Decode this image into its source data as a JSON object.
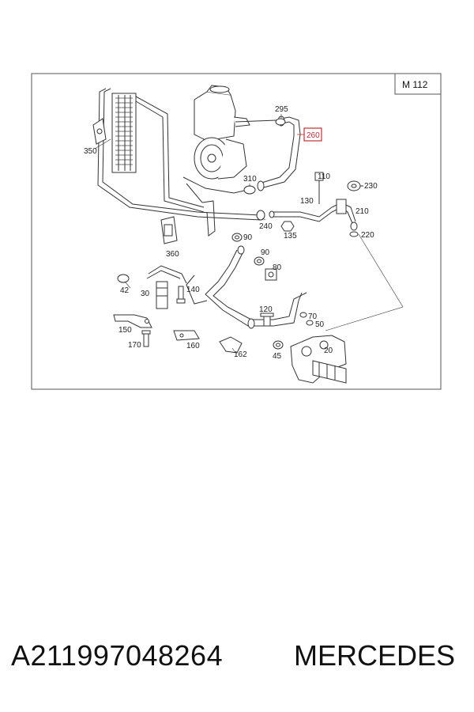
{
  "diagram": {
    "model_code": "M 112",
    "highlight_color": "#c0303a",
    "labels": {
      "l20": "20",
      "l30": "30",
      "l42": "42",
      "l45": "45",
      "l50": "50",
      "l70": "70",
      "l80": "80",
      "l90a": "90",
      "l90b": "90",
      "l110": "110",
      "l120": "120",
      "l130": "130",
      "l135": "135",
      "l140": "140",
      "l150": "150",
      "l160": "160",
      "l162": "162",
      "l170": "170",
      "l210": "210",
      "l220": "220",
      "l230": "230",
      "l240": "240",
      "l260": "260",
      "l295": "295",
      "l310": "310",
      "l350": "350",
      "l360": "360"
    }
  },
  "caption": {
    "part_number": "A211997048264",
    "brand": "MERCEDES"
  }
}
